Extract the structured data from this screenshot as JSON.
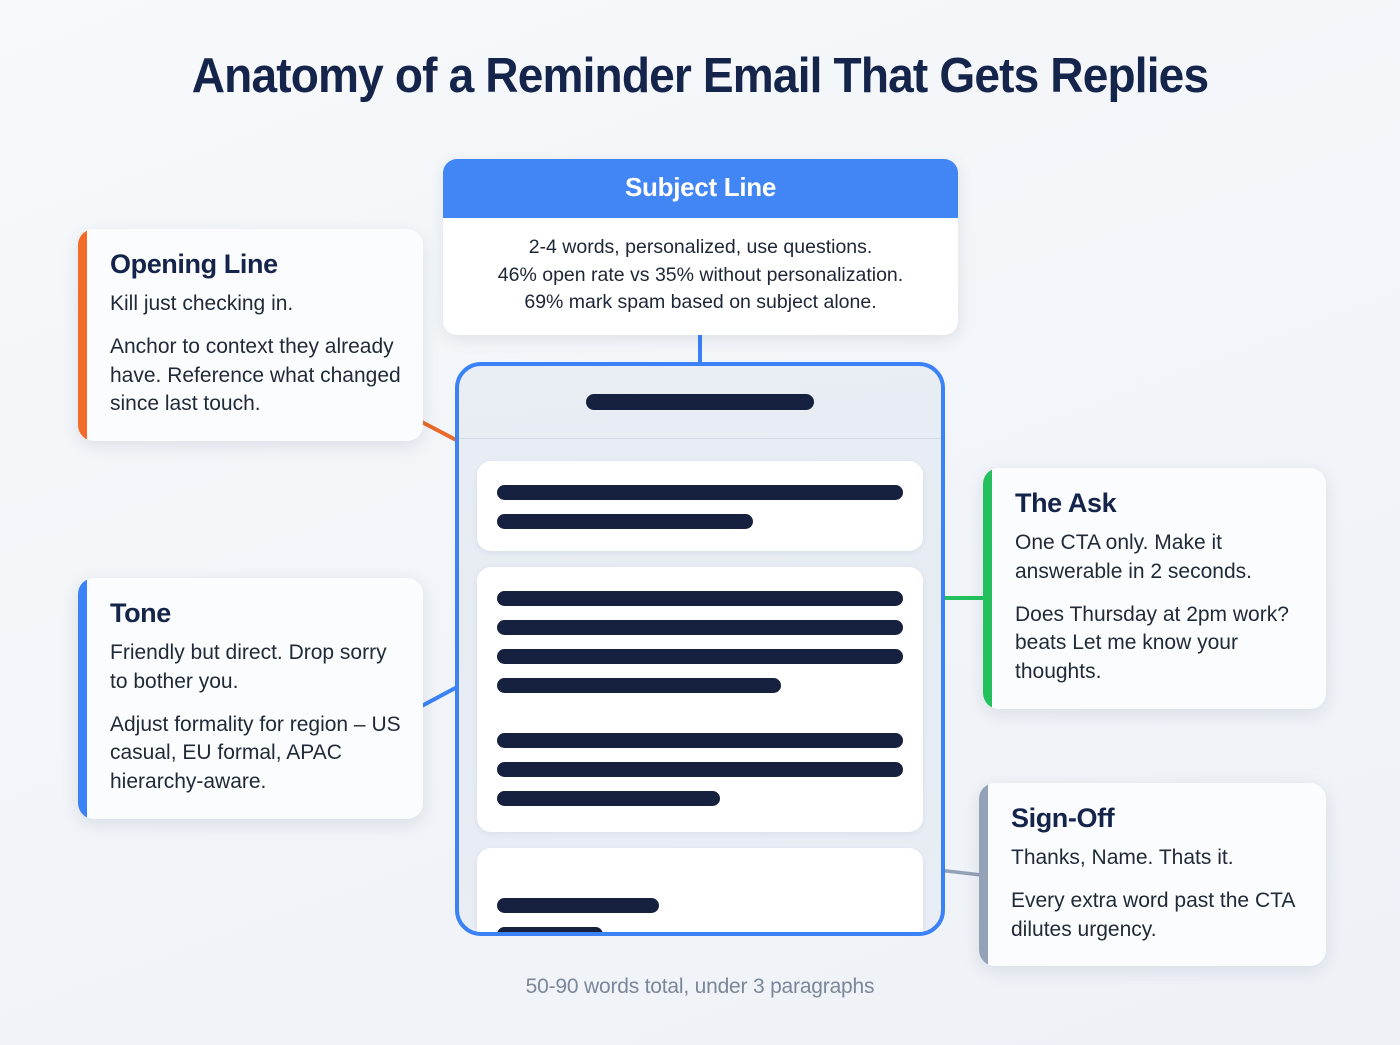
{
  "title": "Anatomy of a Reminder Email That Gets Replies",
  "colors": {
    "background": "#f4f6f9",
    "title": "#15244a",
    "subject_header": "#4285f4",
    "email_border": "#3b82f6",
    "text_bar": "#16213f",
    "accent_opening": "#f26b29",
    "accent_tone": "#3b82f6",
    "accent_ask": "#22c15e",
    "accent_signoff": "#94a2b8",
    "caption": "#7b8798"
  },
  "subject_card": {
    "heading": "Subject Line",
    "lines": [
      "2-4 words, personalized, use questions.",
      "46% open rate vs 35% without personalization.",
      "69% mark spam based on subject alone."
    ]
  },
  "email_mock": {
    "caption": "50-90 words total, under 3 paragraphs"
  },
  "annotations": [
    {
      "id": "opening",
      "title": "Opening Line",
      "accent": "#f26b29",
      "paragraphs": [
        "Kill just checking in.",
        "Anchor to context they already have. Reference what changed since last touch."
      ]
    },
    {
      "id": "tone",
      "title": "Tone",
      "accent": "#3b82f6",
      "paragraphs": [
        "Friendly but direct. Drop sorry to bother you.",
        "Adjust formality for region – US casual, EU formal, APAC hierarchy-aware."
      ]
    },
    {
      "id": "ask",
      "title": "The Ask",
      "accent": "#22c15e",
      "paragraphs": [
        "One CTA only. Make it answerable in 2 seconds.",
        "Does Thursday at 2pm work? beats Let me know your thoughts."
      ]
    },
    {
      "id": "signoff",
      "title": "Sign-Off",
      "accent": "#94a2b8",
      "paragraphs": [
        "Thanks, Name. Thats it.",
        "Every extra word past the CTA dilutes urgency."
      ]
    }
  ]
}
